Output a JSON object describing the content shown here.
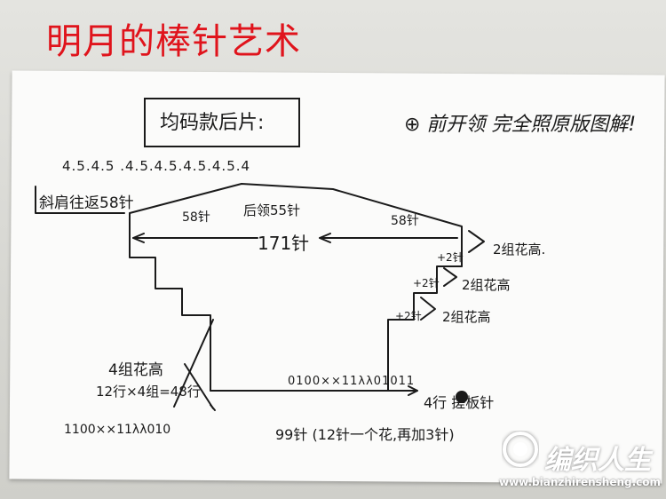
{
  "title": "明月的棒针艺术",
  "box_label": "均码款后片:",
  "note": "⊕ 前开领 完全照原版图解!",
  "top_numbers": "4.5.4.5 .4.5.4.5.4.5.4.5.4",
  "left_top_label": "斜肩往返58针",
  "shoulder_left": "58针",
  "shoulder_right": "58针",
  "back_neck": "后领55针",
  "width_label": "171针",
  "right_labels": [
    "2组花高.",
    "2组花高",
    "2组花高"
  ],
  "plus_labels": [
    "+2针",
    "+2针",
    "+2针"
  ],
  "left_labels": [
    "4组花高",
    "12行×4组=48行",
    "1100××11λλ010"
  ],
  "rib_label": "0100××11λλ01011",
  "bottom_label": "99针 (12针一个花,再加3针)",
  "raglan_label": "4行 搓板针",
  "watermark": {
    "name": "编织人生",
    "url": "www.bianzhirensheng.com"
  }
}
